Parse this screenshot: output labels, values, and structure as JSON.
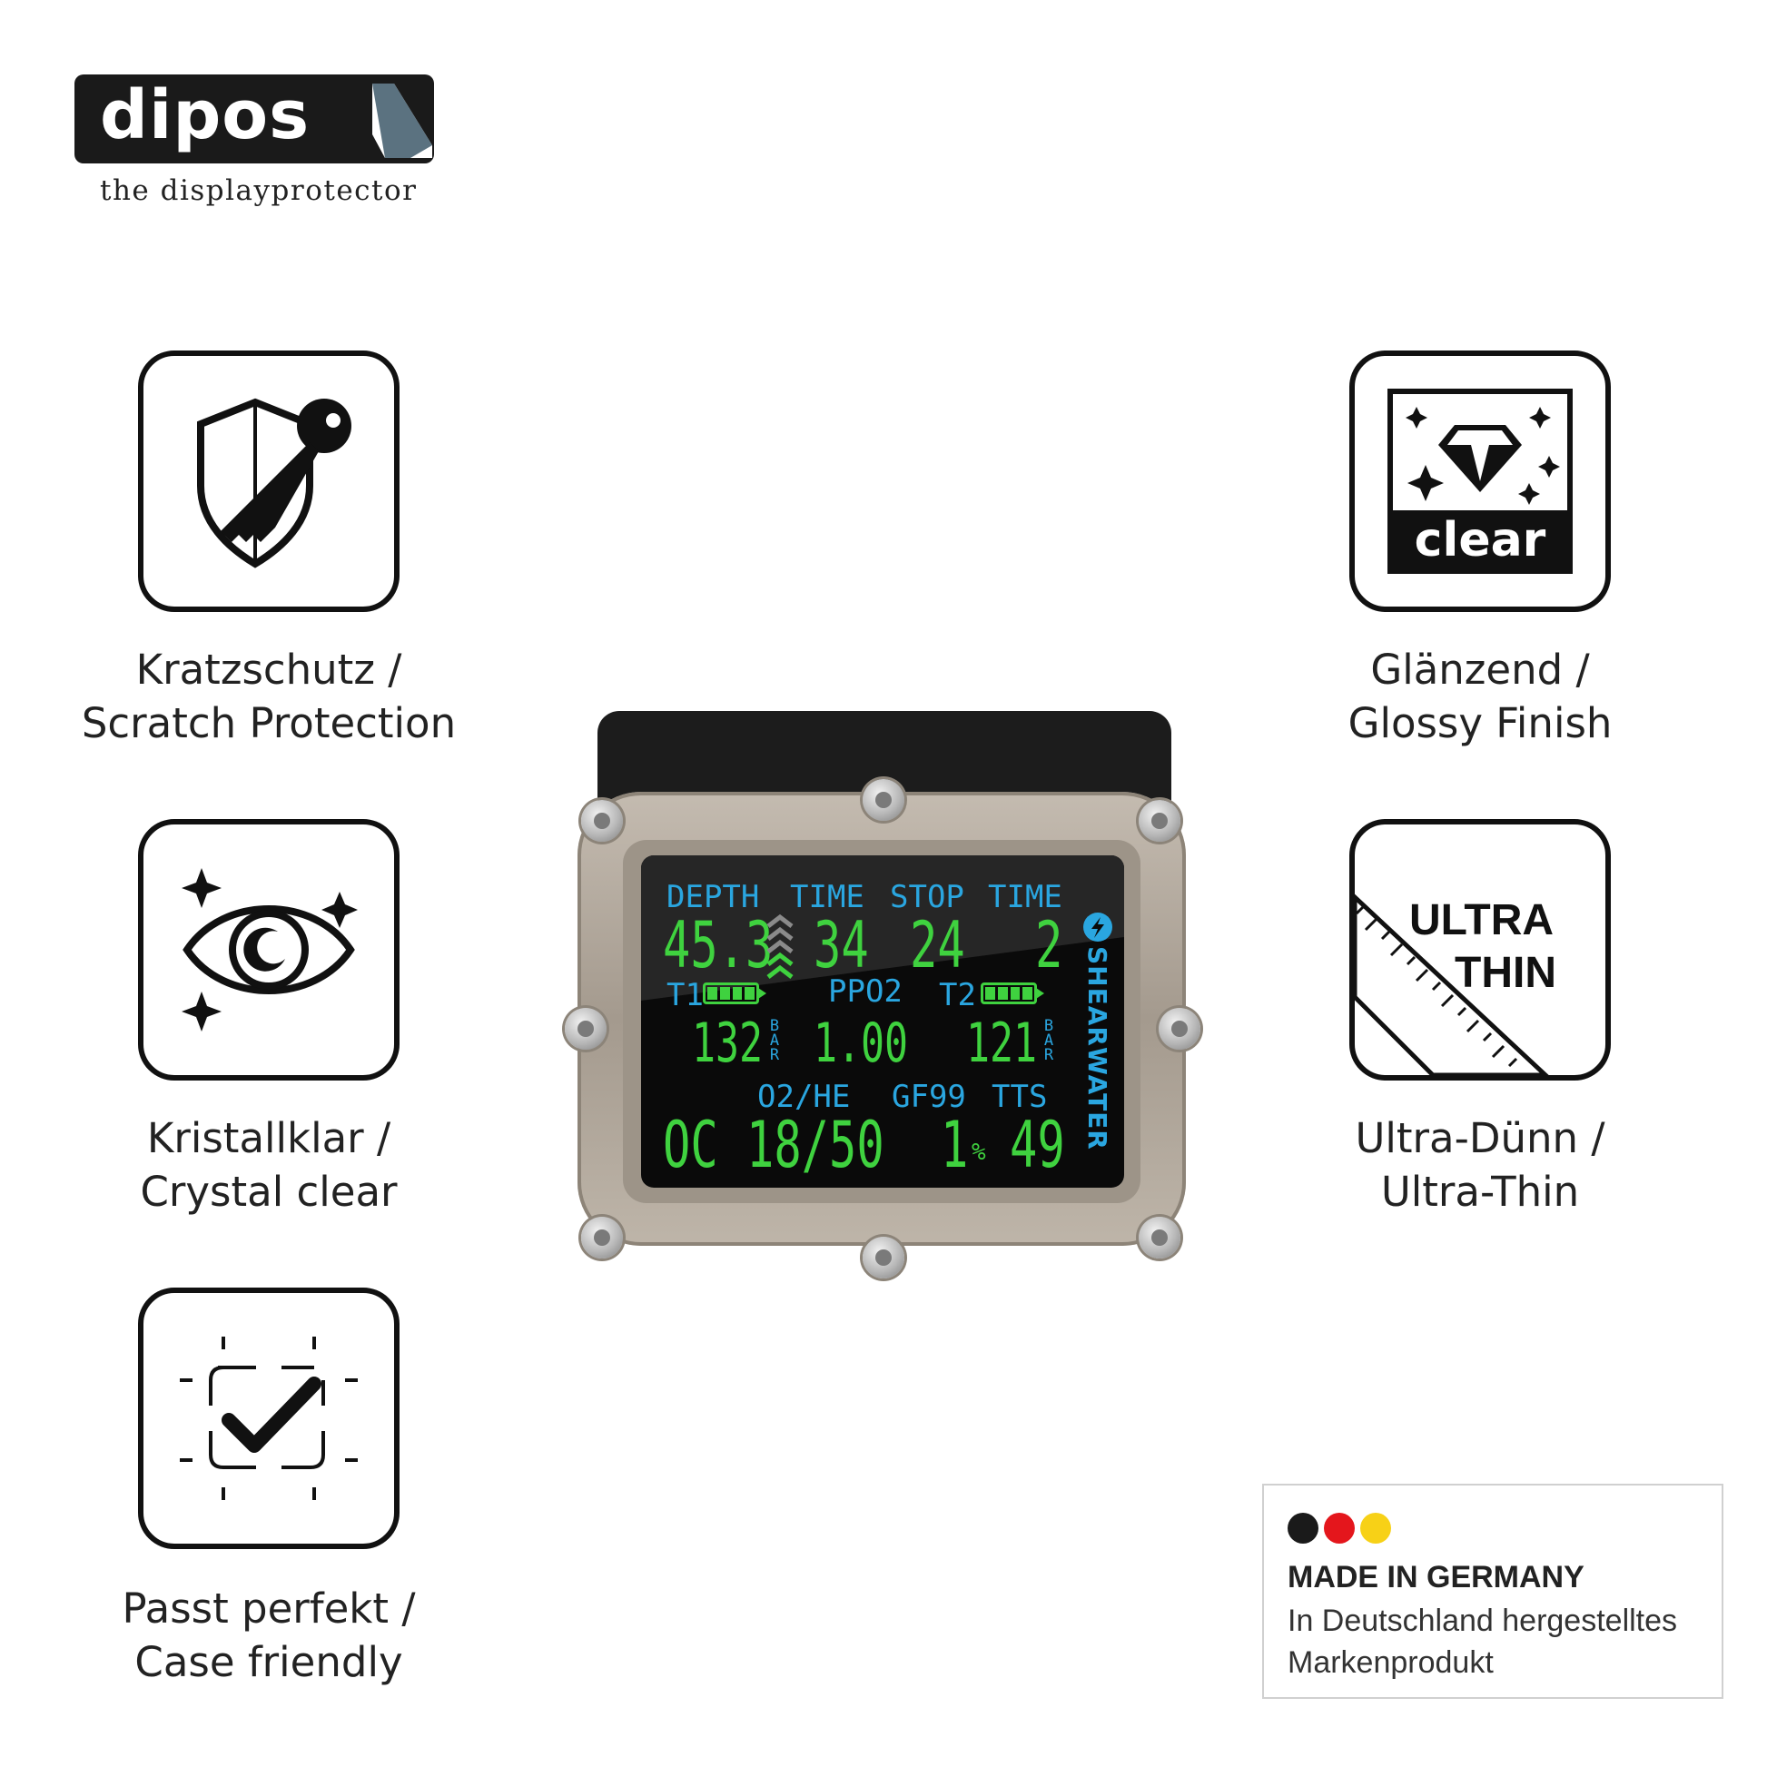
{
  "brand": {
    "name": "dipos",
    "tagline": "the displayprotector"
  },
  "features": [
    {
      "icon": "shield-key-icon",
      "line1": "Kratzschutz /",
      "line2": "Scratch Protection"
    },
    {
      "icon": "eye-sparkle-icon",
      "line1": "Kristallklar /",
      "line2": "Crystal clear"
    },
    {
      "icon": "checkmark-frame-icon",
      "line1": "Passt perfekt /",
      "line2": "Case friendly"
    },
    {
      "icon": "diamond-clear-icon",
      "line1": "Glänzend /",
      "line2": "Glossy Finish",
      "badge": "clear"
    },
    {
      "icon": "ultra-thin-ruler-icon",
      "line1": "Ultra-Dünn /",
      "line2": "Ultra-Thin",
      "badge_line1": "ULTRA",
      "badge_line2": "THIN"
    }
  ],
  "device": {
    "brand": "SHEARWATER",
    "labels": {
      "depth": "DEPTH",
      "time": "TIME",
      "stop": "STOP",
      "time2": "TIME",
      "t1": "T1",
      "ppo2": "PPO2",
      "t2": "T2",
      "o2he": "O2/HE",
      "gf": "GF99",
      "tts": "TTS"
    },
    "values": {
      "depth": "45.3",
      "time": "34",
      "stop": "24",
      "stop_time": "2",
      "t1_pressure": "132",
      "ppo2": "1.00",
      "t2_pressure": "121",
      "mode": "OC",
      "mix": "18/50",
      "gf": "1",
      "gf_unit": "%",
      "tts": "49"
    },
    "pressure_unit": [
      "B",
      "A",
      "R"
    ],
    "colors": {
      "label": "#2aa6e0",
      "value": "#3fd23f"
    }
  },
  "made_in": {
    "title": "MADE IN GERMANY",
    "subtitle": "In Deutschland hergestelltes Markenprodukt",
    "flag_colors": [
      "#1a1a1a",
      "#e4161c",
      "#f7d117"
    ]
  }
}
